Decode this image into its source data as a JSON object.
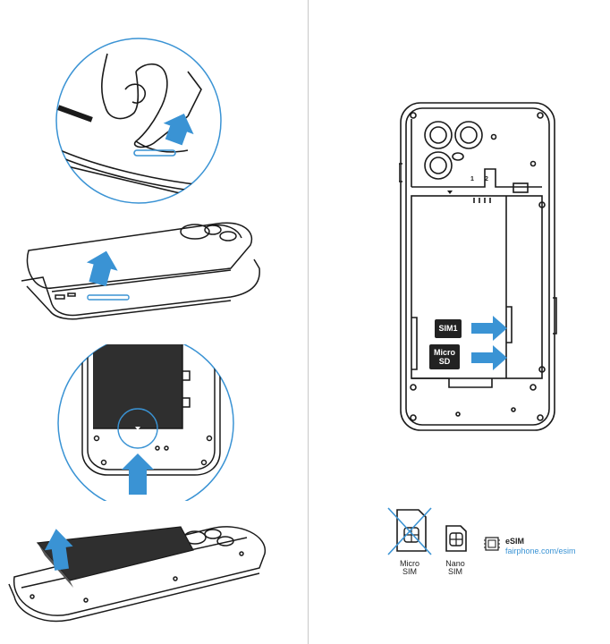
{
  "labels": {
    "sim1": "SIM1",
    "microsd_line1": "Micro",
    "microsd_line2": "SD",
    "microsim_line1": "Micro",
    "microsim_line2": "SIM",
    "nanosim_line1": "Nano",
    "nanosim_line2": "SIM",
    "esim_title": "eSIM",
    "esim_link": "fairphone.com/esim",
    "slot_1": "1",
    "slot_2": "2"
  },
  "colors": {
    "arrow_blue": "#3a93d4",
    "outline": "#1a1a1a",
    "battery": "#2f2f2f",
    "chip": "#222222"
  },
  "icons": {
    "lift_arrow": "arrow-up-icon",
    "insert_arrow": "arrow-right-icon",
    "esim": "chip-icon",
    "crossed": "cross-icon"
  }
}
